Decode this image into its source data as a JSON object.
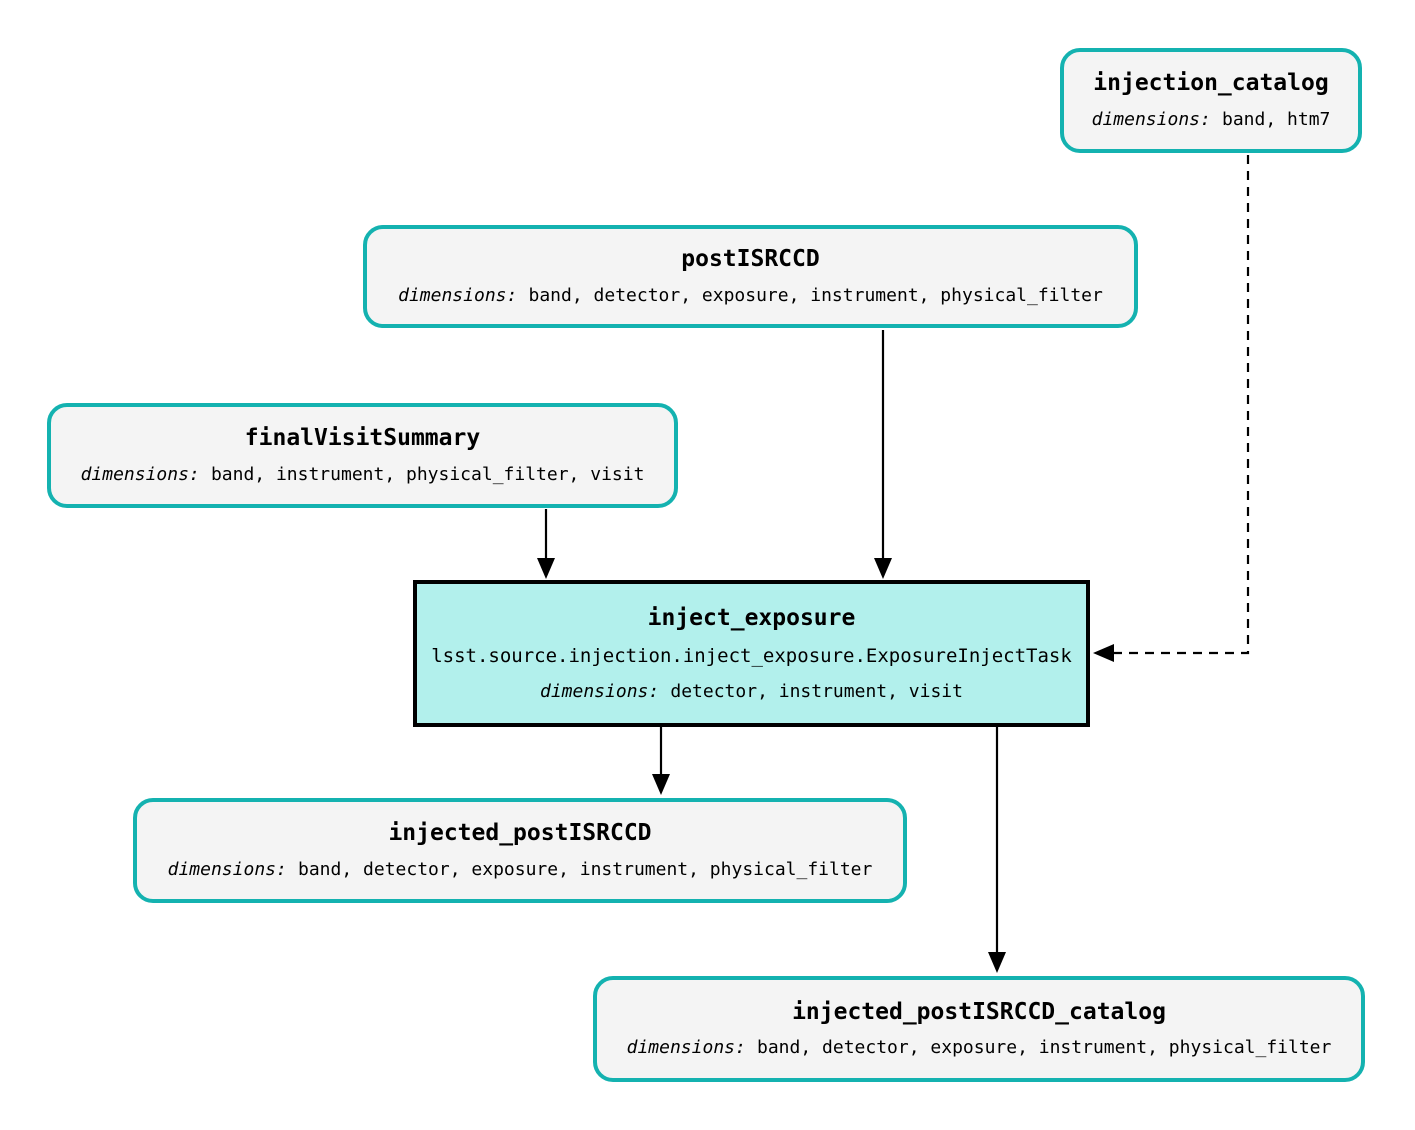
{
  "diagram": {
    "colors": {
      "background": "#ffffff",
      "dataset_border": "#14b2b0",
      "dataset_fill": "#f4f4f4",
      "task_border": "#000000",
      "task_fill": "#b2f0ec",
      "edge": "#000000",
      "text": "#000000"
    },
    "nodes": {
      "injection_catalog": {
        "type": "dataset",
        "title": "injection_catalog",
        "dim_label": "dimensions:",
        "dims": "band, htm7"
      },
      "postISRCCD": {
        "type": "dataset",
        "title": "postISRCCD",
        "dim_label": "dimensions:",
        "dims": "band, detector, exposure, instrument, physical_filter"
      },
      "finalVisitSummary": {
        "type": "dataset",
        "title": "finalVisitSummary",
        "dim_label": "dimensions:",
        "dims": "band, instrument, physical_filter, visit"
      },
      "inject_exposure": {
        "type": "task",
        "title": "inject_exposure",
        "task_class": "lsst.source.injection.inject_exposure.ExposureInjectTask",
        "dim_label": "dimensions:",
        "dims": "detector, instrument, visit"
      },
      "injected_postISRCCD": {
        "type": "dataset",
        "title": "injected_postISRCCD",
        "dim_label": "dimensions:",
        "dims": "band, detector, exposure, instrument, physical_filter"
      },
      "injected_postISRCCD_catalog": {
        "type": "dataset",
        "title": "injected_postISRCCD_catalog",
        "dim_label": "dimensions:",
        "dims": "band, detector, exposure, instrument, physical_filter"
      }
    },
    "edges": [
      {
        "from": "postISRCCD",
        "to": "inject_exposure",
        "style": "solid"
      },
      {
        "from": "finalVisitSummary",
        "to": "inject_exposure",
        "style": "solid"
      },
      {
        "from": "injection_catalog",
        "to": "inject_exposure",
        "style": "dashed"
      },
      {
        "from": "inject_exposure",
        "to": "injected_postISRCCD",
        "style": "solid"
      },
      {
        "from": "inject_exposure",
        "to": "injected_postISRCCD_catalog",
        "style": "solid"
      }
    ]
  }
}
